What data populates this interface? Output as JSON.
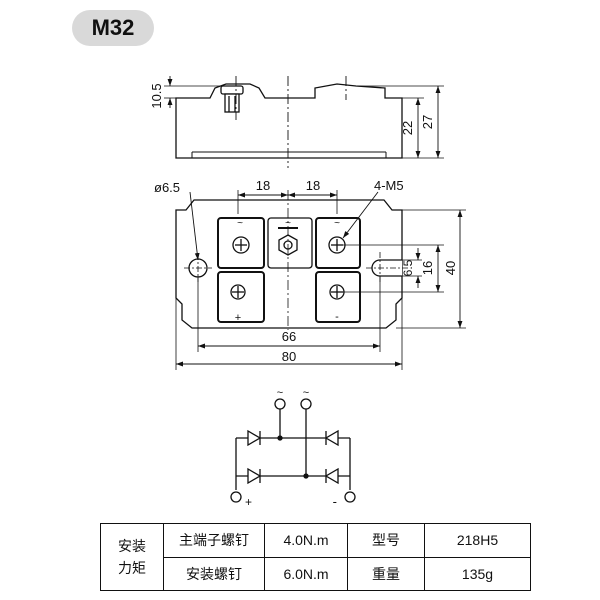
{
  "model": "M32",
  "dimensions": {
    "base_height": "10.5",
    "body_height": "22",
    "total_height": "27",
    "hole_diameter": "ø6.5",
    "pitch_left": "18",
    "pitch_right": "18",
    "thread": "4-M5",
    "slot_height": "6.5",
    "terminal_pitch": "16",
    "total_width": "40",
    "hole_spacing": "66",
    "total_length": "80"
  },
  "terminal_marks": {
    "ac1": "~",
    "ac2": "~",
    "center": "~",
    "pos": "+",
    "neg": "-"
  },
  "schematic": {
    "ac1": "~",
    "ac2": "~",
    "pos": "+",
    "neg": "-"
  },
  "spec_table": {
    "group_label_1": "安装",
    "group_label_2": "力矩",
    "rows": [
      {
        "label": "主端子螺钉",
        "value": "4.0N.m",
        "key": "型号",
        "key_value": "218H5"
      },
      {
        "label": "安装螺钉",
        "value": "6.0N.m",
        "key": "重量",
        "key_value": "135g"
      }
    ]
  }
}
